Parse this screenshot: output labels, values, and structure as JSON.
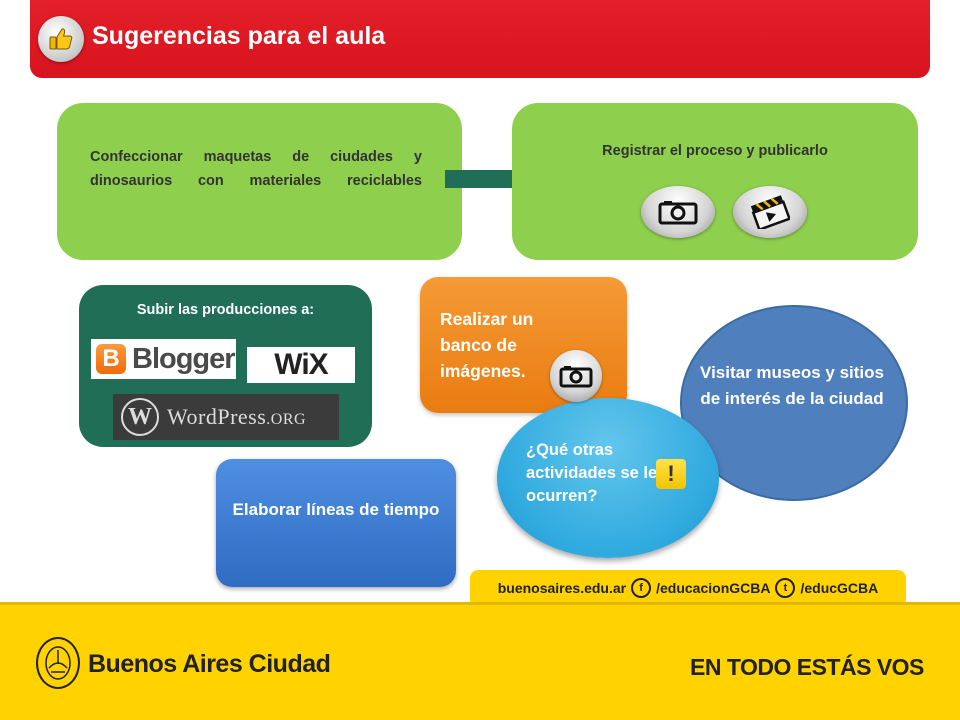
{
  "header": {
    "title": "Sugerencias para el aula",
    "icon": "thumbs-up-icon",
    "color": "#dc1a23"
  },
  "cards": {
    "maquetas": "Confeccionar maquetas de ciudades y dinosaurios con materiales reciclables",
    "registrar": "Registrar el proceso y publicarlo",
    "subir": "Subir las producciones a:",
    "realizar": "Realizar un banco de imágenes.",
    "visitar": "Visitar museos y sitios de interés de la ciudad",
    "otras": "¿Qué otras actividades se les ocurren?",
    "elaborar": "Elaborar líneas de tiempo"
  },
  "logos": {
    "blogger": "Blogger",
    "blogger_initial": "B",
    "wix": "WiX",
    "wordpress": "WordPress",
    "wordpress_suffix": ".ORG",
    "wordpress_initial": "W"
  },
  "footer": {
    "site": "buenosaires.edu.ar",
    "facebook": "/educacionGCBA",
    "twitter": "/educGCBA",
    "city": "Buenos Aires Ciudad",
    "slogan": "EN TODO ESTÁS VOS"
  },
  "colors": {
    "green": "#8fcf4e",
    "dark_green": "#1f6e55",
    "orange": "#f28c28",
    "blue": "#4f80bd",
    "cyan": "#36acdf",
    "yellow": "#ffd200"
  }
}
